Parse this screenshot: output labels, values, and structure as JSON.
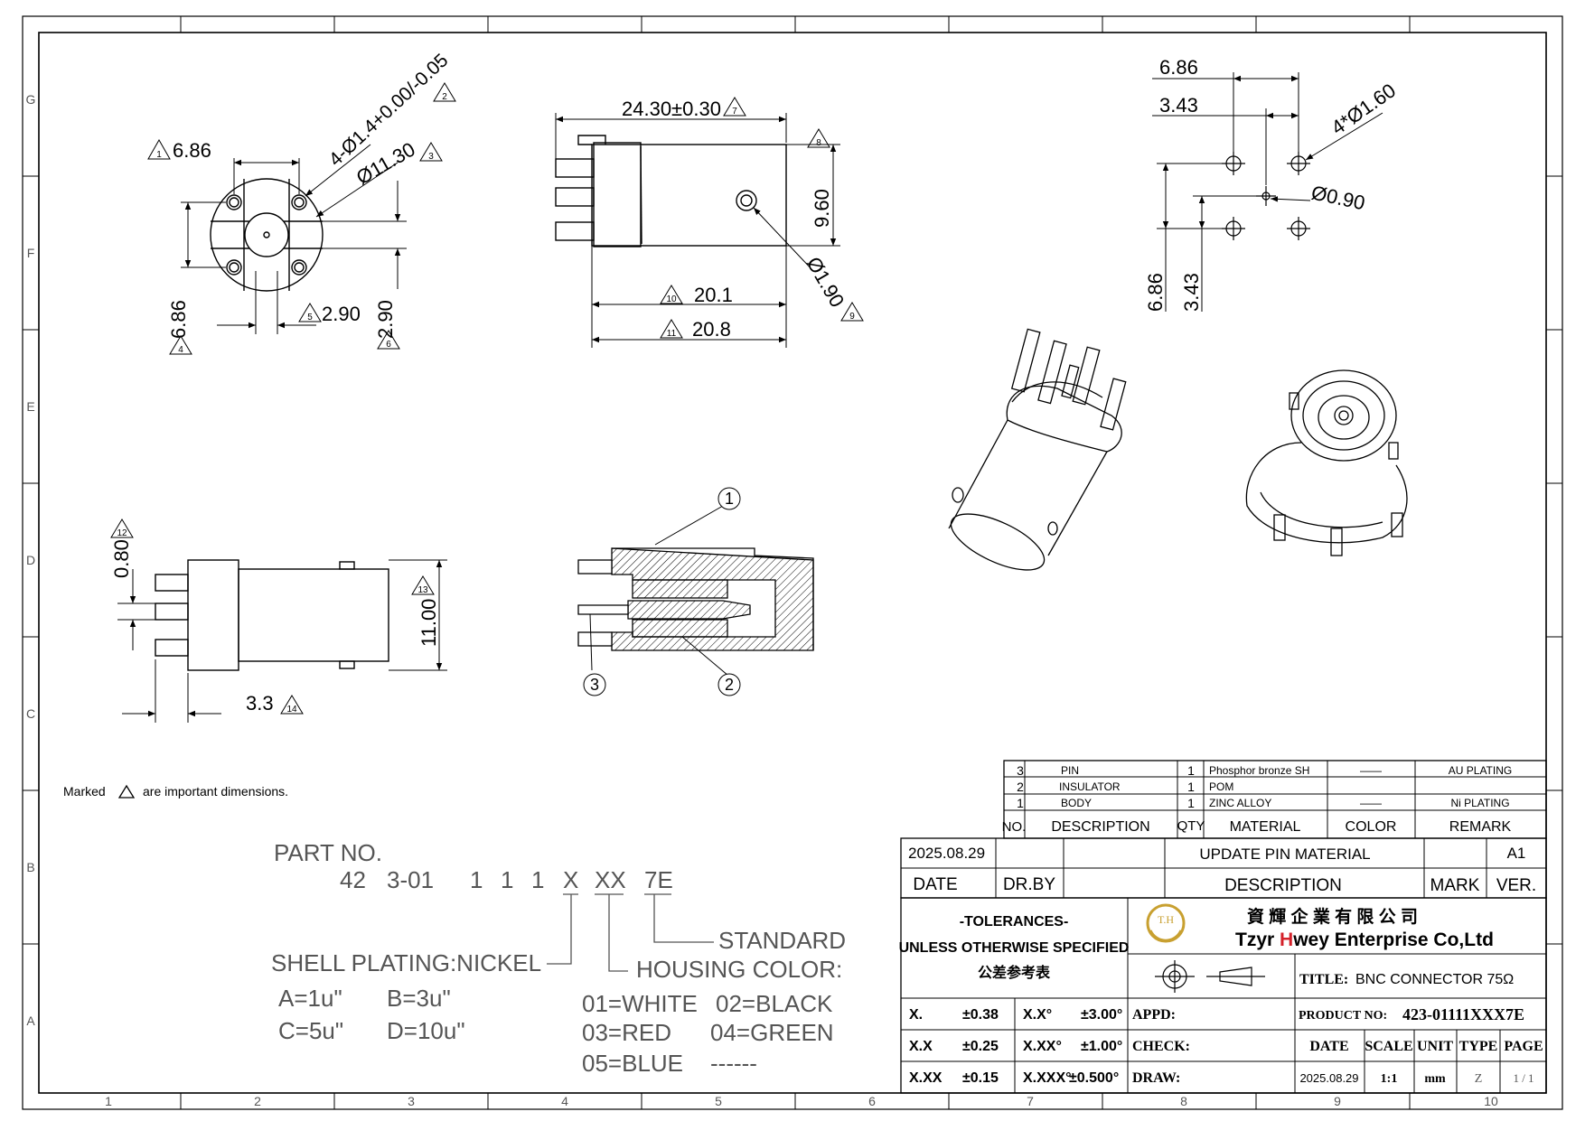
{
  "frame": {
    "col_numbers": [
      "1",
      "2",
      "3",
      "4",
      "5",
      "6",
      "7",
      "8",
      "9",
      "10"
    ],
    "row_letters": [
      "G",
      "F",
      "E",
      "D",
      "C",
      "B",
      "A"
    ]
  },
  "views": {
    "front": {
      "d1": "6.86",
      "d_holes": "4-Ø1.4+0.00/-0.05",
      "d2": "Ø11.30",
      "d3": "6.86",
      "d4": "2.90",
      "d5": "2.90",
      "m_d1": "1",
      "m_holes": "2",
      "m_d2": "3",
      "m_d3": "4",
      "m_d4": "5",
      "m_d5": "6"
    },
    "side": {
      "length": "24.30±0.30",
      "height": "9.60",
      "d_small": "Ø1.90",
      "l1": "20.1",
      "l2": "20.8",
      "m_length": "7",
      "m_height": "8",
      "m_small": "9",
      "m_l1": "10",
      "m_l2": "11"
    },
    "footprint": {
      "d1": "6.86",
      "d2": "3.43",
      "holes": "4*Ø1.60",
      "center": "Ø0.90",
      "v1": "6.86",
      "v2": "3.43"
    },
    "bottom": {
      "pin_gap": "0.80",
      "height": "11.00",
      "offset": "3.3",
      "m_gap": "12",
      "m_height": "13",
      "m_offset": "14"
    },
    "section": {
      "callouts": [
        "1",
        "2",
        "3"
      ]
    }
  },
  "note": {
    "before": "Marked",
    "after": "are important dimensions."
  },
  "part_no": {
    "heading": "PART NO.",
    "code": [
      "42",
      "3-01",
      "1",
      "1",
      "1",
      "X",
      "XX",
      "7E"
    ],
    "standard": "STANDARD",
    "shell_plating": "SHELL PLATING:NICKEL",
    "housing_color": "HOUSING COLOR:",
    "plating_options": [
      [
        "A=1u\"",
        "B=3u\""
      ],
      [
        "C=5u\"",
        "D=10u\""
      ]
    ],
    "color_options": [
      [
        "01=WHITE",
        "02=BLACK"
      ],
      [
        "03=RED",
        "04=GREEN"
      ],
      [
        "05=BLUE",
        "------"
      ]
    ]
  },
  "bom": {
    "headers": [
      "NO.",
      "DESCRIPTION",
      "QTY",
      "MATERIAL",
      "COLOR",
      "REMARK"
    ],
    "rows": [
      {
        "no": "3",
        "desc": "PIN",
        "qty": "1",
        "material": "Phosphor bronze SH",
        "color": "——",
        "remark": "AU PLATING"
      },
      {
        "no": "2",
        "desc": "INSULATOR",
        "qty": "1",
        "material": "POM",
        "color": "",
        "remark": ""
      },
      {
        "no": "1",
        "desc": "BODY",
        "qty": "1",
        "material": "ZINC ALLOY",
        "color": "——",
        "remark": "Ni PLATING"
      }
    ]
  },
  "revision": {
    "date": "2025.08.29",
    "drby": "",
    "description": "UPDATE PIN MATERIAL",
    "mark": "",
    "ver": "A1",
    "headers": {
      "date": "DATE",
      "drby": "DR.BY",
      "description": "DESCRIPTION",
      "mark": "MARK",
      "ver": "VER."
    }
  },
  "title_block": {
    "tol_title": "-TOLERANCES-",
    "tol_sub": "UNLESS OTHERWISE SPECIFIED",
    "tol_cn": "公差参考表",
    "company_cn": "資 輝 企 業 有 限 公 司",
    "company_en_a": "Tzyr ",
    "company_en_h": "H",
    "company_en_b": "wey Enterprise Co,Ltd",
    "logo_text": "T.H",
    "title_label": "TITLE:",
    "title_value": "BNC CONNECTOR 75Ω",
    "tol_rows": [
      {
        "a": "X.",
        "b": "±0.38",
        "c": "X.X°",
        "d": "±3.00°"
      },
      {
        "a": "X.X",
        "b": "±0.25",
        "c": "X.XX°",
        "d": "±1.00°"
      },
      {
        "a": "X.XX",
        "b": "±0.15",
        "c": "X.XXX°",
        "d": "±0.500°"
      }
    ],
    "appd": "APPD:",
    "check": "CHECK:",
    "draw": "DRAW:",
    "product_no_label": "PRODUCT NO:",
    "product_no": "423-01111XXX7E",
    "labels": {
      "date": "DATE",
      "scale": "SCALE",
      "unit": "UNIT",
      "type": "TYPE",
      "page": "PAGE"
    },
    "values": {
      "date": "2025.08.29",
      "scale": "1:1",
      "unit": "mm",
      "type": "Z",
      "page": "1 / 1"
    }
  },
  "colors": {
    "line": "#000000",
    "logo_gold": "#c8a030",
    "brand_red": "#d4212a"
  }
}
